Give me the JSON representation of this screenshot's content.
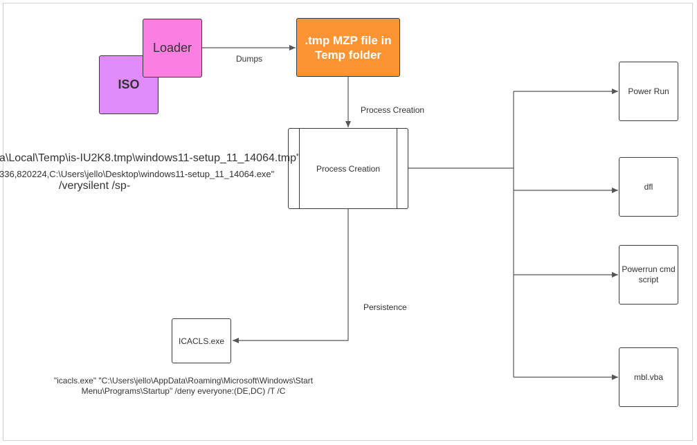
{
  "nodes": {
    "iso": "ISO",
    "loader": "Loader",
    "tmp_file": ".tmp MZP file in Temp folder",
    "process_creation": "Process Creation",
    "icacls": "ICACLS.exe",
    "power_run": "Power Run",
    "dfl": "dfl",
    "powerrun_cmd": "Powerrun cmd script",
    "mbl_vba": "mbl.vba"
  },
  "edge_labels": {
    "dumps": "Dumps",
    "process_creation": "Process Creation",
    "persistence": "Persistence"
  },
  "command_line": {
    "line1": "a\\Local\\Temp\\is-IU2K8.tmp\\windows11-setup_11_14064.tmp\"",
    "line2": "336,820224,C:\\Users\\jello\\Desktop\\windows11-setup_11_14064.exe\"",
    "line3": "/verysilent /sp-"
  },
  "icacls_command": "\"icacls.exe\" \"C:\\Users\\jello\\AppData\\Roaming\\Microsoft\\Windows\\Start Menu\\Programs\\Startup\" /deny everyone:(DE,DC) /T /C",
  "colors": {
    "iso": "#df8cfa",
    "loader": "#fb7fe0",
    "tmp_file": "#fc9434",
    "line": "#555555"
  }
}
